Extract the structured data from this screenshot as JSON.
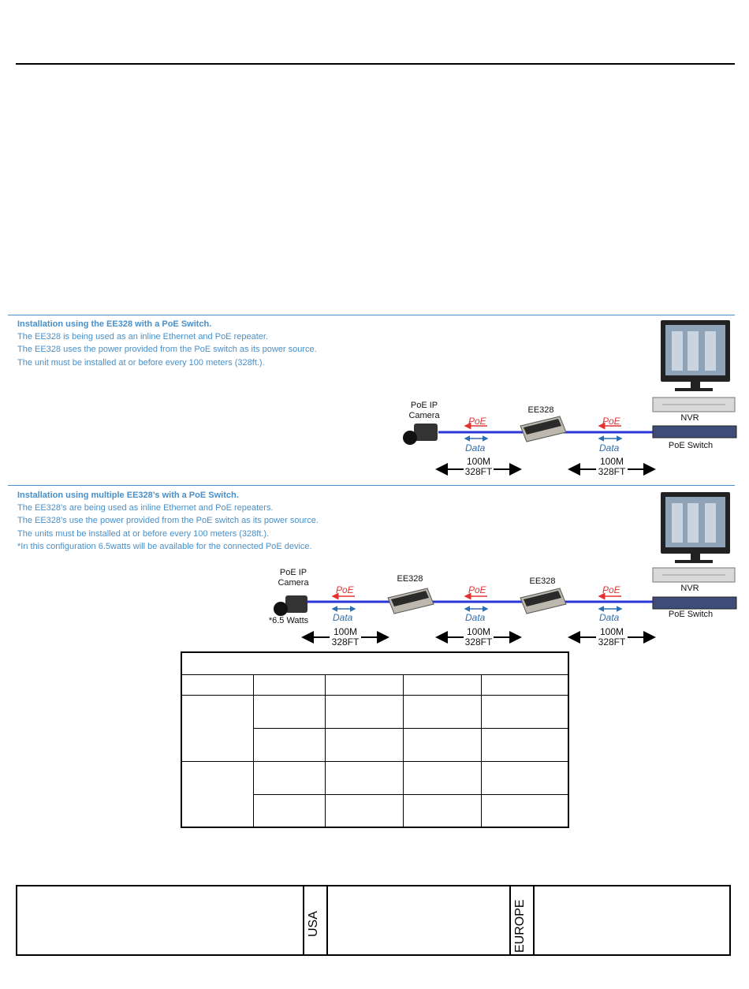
{
  "panel1": {
    "lines": [
      "Installation using the EE328 with a PoE Switch.",
      "The EE328 is being used as an inline Ethernet and PoE repeater.",
      "The EE328 uses the power provided from the PoE switch as its power source.",
      "The unit must be installed at or before every 100 meters (328ft.)."
    ],
    "camera_label": "PoE IP\nCamera",
    "repeater_label": "EE328",
    "nvr_label": "NVR",
    "switch_label": "PoE Switch",
    "poe_label": "PoE",
    "data_label": "Data",
    "distance_label": "100M\n328FT"
  },
  "panel2": {
    "lines": [
      "Installation using multiple EE328’s with a PoE Switch.",
      "The EE328’s are being used as inline Ethernet and PoE repeaters.",
      "The EE328’s use the power provided from the PoE switch as its power source.",
      "The units must be installed at or before every 100 meters (328ft.).",
      "*In this configuration 6.5watts will be available for the connected PoE device."
    ],
    "camera_label": "PoE IP\nCamera",
    "watts_label": "*6.5 Watts",
    "repeater_label": "EE328",
    "nvr_label": "NVR",
    "switch_label": "PoE Switch",
    "poe_label": "PoE",
    "data_label": "Data",
    "distance_label": "100M\n328FT"
  },
  "footer": {
    "usa_label": "USA",
    "europe_label": "EUROPE"
  },
  "colors": {
    "caption_blue": "#4a8fc7",
    "cable_blue": "#2b35d8",
    "poe_red": "#e23333",
    "data_blue": "#2f6fb3"
  }
}
